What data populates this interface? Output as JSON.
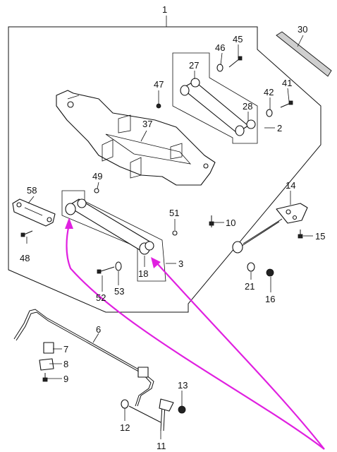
{
  "diagram": {
    "labels": {
      "p1": "1",
      "p30": "30",
      "p45": "45",
      "p46": "46",
      "p27": "27",
      "p47": "47",
      "p41": "41",
      "p42": "42",
      "p28": "28",
      "p2": "2",
      "p37": "37",
      "p49": "49",
      "p58": "58",
      "p14": "14",
      "p51": "51",
      "p10": "10",
      "p15": "15",
      "p48": "48",
      "p3": "3",
      "p18": "18",
      "p21": "21",
      "p16": "16",
      "p52": "52",
      "p53": "53",
      "p6": "6",
      "p7": "7",
      "p8": "8",
      "p9": "9",
      "p13": "13",
      "p12": "12",
      "p11": "11"
    },
    "annotation_color": "#e020e0"
  }
}
